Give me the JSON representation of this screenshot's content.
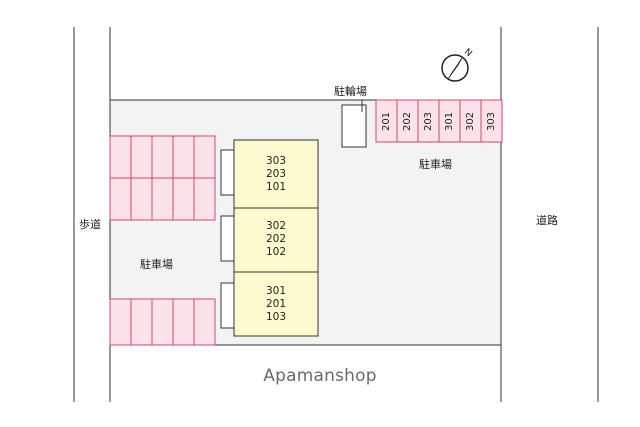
{
  "labels": {
    "bicycle_parking": "駐輪場",
    "parking_right": "駐車場",
    "parking_left": "駐車場",
    "sidewalk": "歩道",
    "road": "道路",
    "brand": "Apamanshop",
    "compass_letter": "N"
  },
  "buildings": [
    {
      "units": [
        "303",
        "203",
        "101"
      ]
    },
    {
      "units": [
        "302",
        "202",
        "102"
      ]
    },
    {
      "units": [
        "301",
        "201",
        "103"
      ]
    }
  ],
  "parking_top_right": [
    "201",
    "202",
    "203",
    "301",
    "302",
    "303"
  ],
  "colors": {
    "parking_fill": "#fce3ea",
    "parking_stroke": "#d04a66",
    "building_fill": "#fbfbcf",
    "site_fill": "#f3f3f3"
  }
}
